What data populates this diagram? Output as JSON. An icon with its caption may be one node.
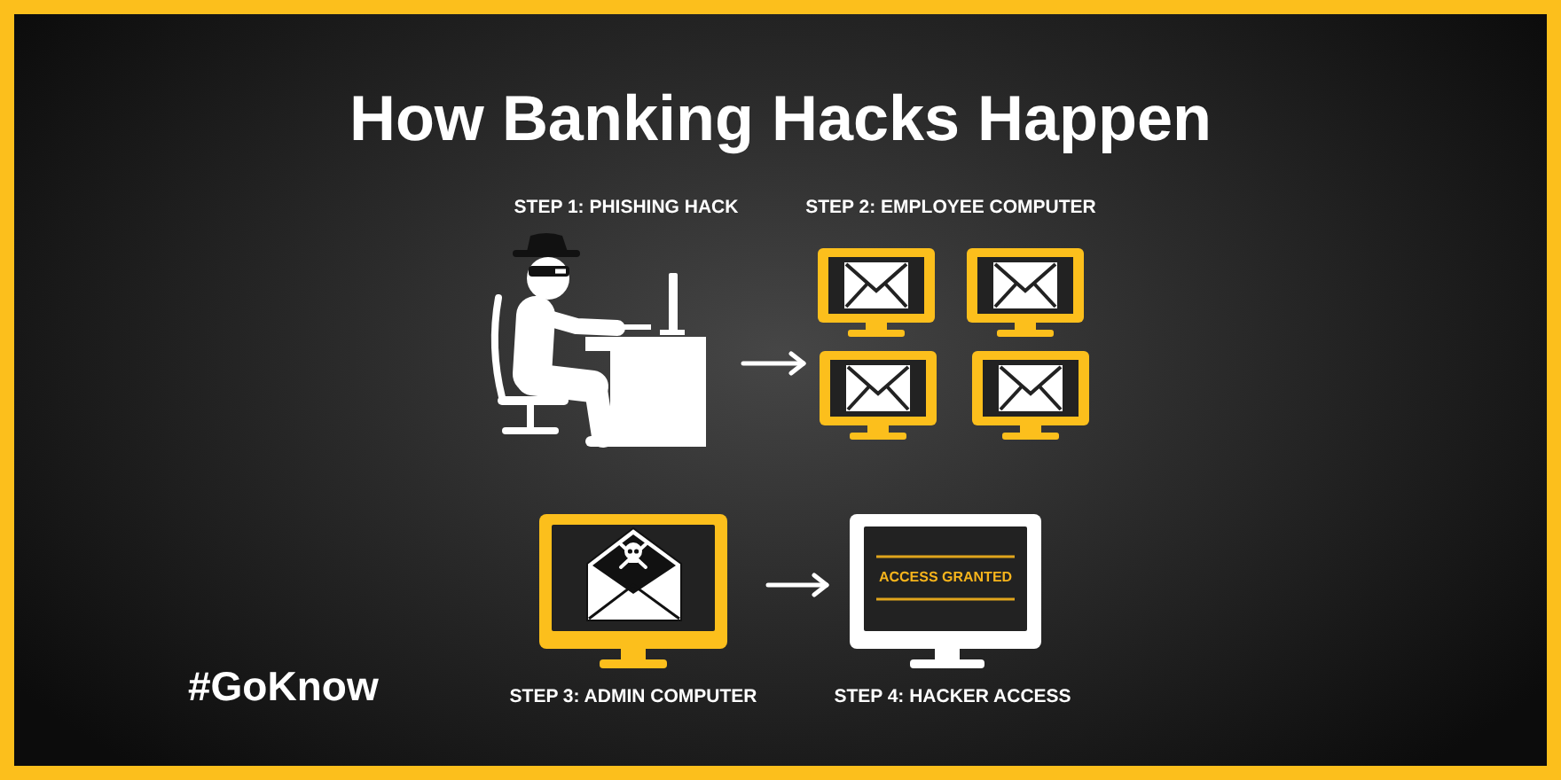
{
  "diagram": {
    "title": "How Banking Hacks Happen",
    "nodes": [
      {
        "text": [
          "STEP 1: PHISHING HACK"
        ]
      },
      {
        "text": [
          "STEP 2: EMPLOYEE COMPUTER"
        ]
      },
      {
        "text": [
          "STEP 3: ADMIN COMPUTER"
        ]
      },
      {
        "text": [
          "ACCESS GRANTED",
          "STEP 4: HACKER ACCESS"
        ]
      }
    ],
    "edges": [
      {
        "from": 0,
        "to": 1,
        "arrow": "to"
      },
      {
        "from": 2,
        "to": 3,
        "arrow": "to"
      }
    ],
    "labels": [
      "#GoKnow"
    ]
  }
}
